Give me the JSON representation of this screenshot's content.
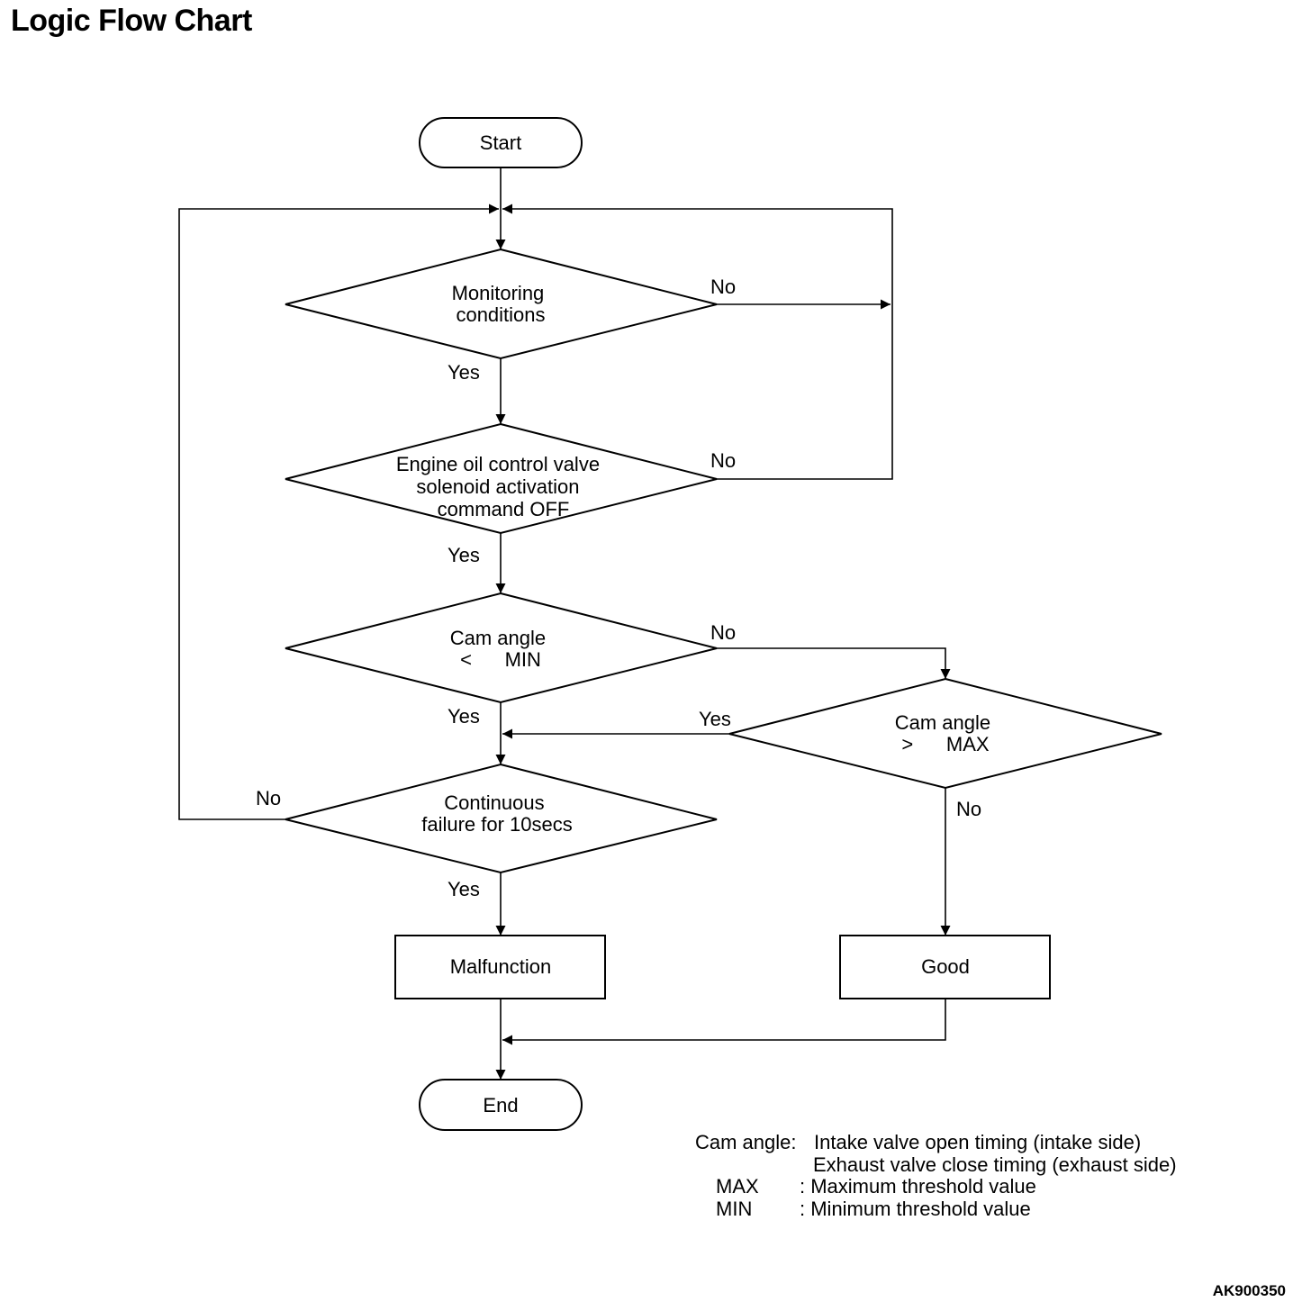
{
  "title": "Logic Flow Chart",
  "nodes": {
    "start": [
      "Start"
    ],
    "monitoring": [
      "Monitoring",
      "conditions"
    ],
    "solenoid": [
      "Engine oil control valve",
      "solenoid activation",
      "command OFF"
    ],
    "cam_min": [
      "Cam angle",
      "<      MIN"
    ],
    "cam_max": [
      "Cam angle",
      ">      MAX"
    ],
    "continuous": [
      "Continuous",
      "failure for 10secs"
    ],
    "malfunction": [
      "Malfunction"
    ],
    "good": [
      "Good"
    ],
    "end": [
      "End"
    ]
  },
  "branch_labels": {
    "monitoring_no": "No",
    "monitoring_yes": "Yes",
    "solenoid_no": "No",
    "solenoid_yes": "Yes",
    "cam_min_no": "No",
    "cam_min_yes": "Yes",
    "cam_max_yes": "Yes",
    "cam_max_no": "No",
    "continuous_no": "No",
    "continuous_yes": "Yes"
  },
  "legend": {
    "cam_angle_term": "Cam angle:",
    "cam_angle_def_1": "Intake valve open timing (intake side)",
    "cam_angle_def_2": "Exhaust valve close timing (exhaust side)",
    "max_term": "MAX",
    "max_def": ": Maximum threshold value",
    "min_term": "MIN",
    "min_def": ": Minimum threshold value"
  },
  "doc_code": "AK900350"
}
